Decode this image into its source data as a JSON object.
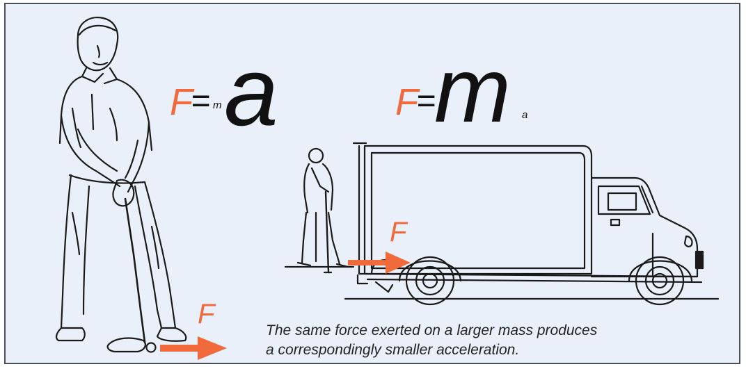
{
  "equations": {
    "golf": {
      "f": "F",
      "eq": "=",
      "m": "m",
      "a": "a"
    },
    "truck": {
      "f": "F",
      "eq": "=",
      "m": "m",
      "a": "a"
    }
  },
  "force_labels": {
    "golf": "F",
    "truck": "F"
  },
  "caption": {
    "line1": "The same force exerted on a larger mass produces",
    "line2": "a correspondingly smaller acceleration."
  },
  "colors": {
    "force": "#f06a3c",
    "background": "#e9f0fa",
    "line_art": "#1a1a1a"
  }
}
